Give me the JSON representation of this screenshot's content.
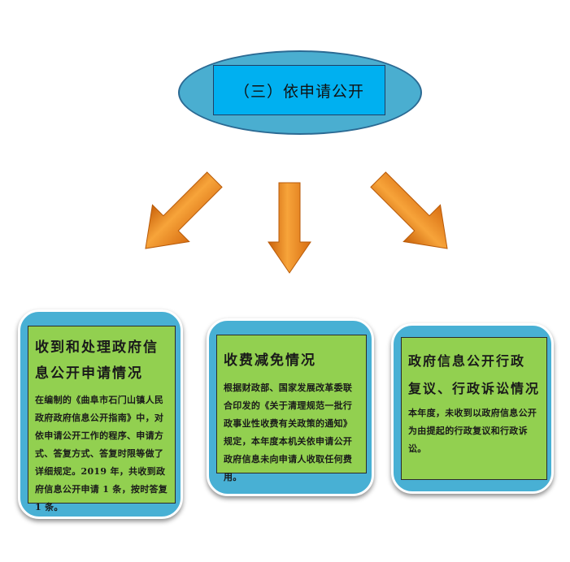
{
  "top_node": {
    "title": "（三）依申请公开"
  },
  "cards": [
    {
      "title_line1": "收到和处理政府信",
      "title_line2": "息公开申请情况",
      "body": "在编制的《曲阜市石门山镇人民政府政府信息公开指南》中，对依申请公开工作的程序、申请方式、答复方式、答复时限等做了详细规定。2019 年，共收到政府信息公开申请 1 条，按时答复 1 条。"
    },
    {
      "title_line1": "收费减免情况",
      "body": "根据财政部、国家发展改革委联合印发的《关于清理规范一批行政事业性收费有关政策的通知》规定，本年度本机关依申请公开政府信息未向申请人收取任何费用。"
    },
    {
      "title_line1": "政府信息公开行政",
      "title_line2": "复议、行政诉讼情况",
      "body": "本年度，未收到以政府信息公开为由提起的行政复议和行政诉讼。"
    }
  ],
  "colors": {
    "ellipse_fill": "#4aaed0",
    "title_box_fill": "#00b0f0",
    "card_outer_fill": "#48b0d4",
    "card_inner_fill": "#92d050",
    "arrow_fill": "#f08a1c"
  }
}
